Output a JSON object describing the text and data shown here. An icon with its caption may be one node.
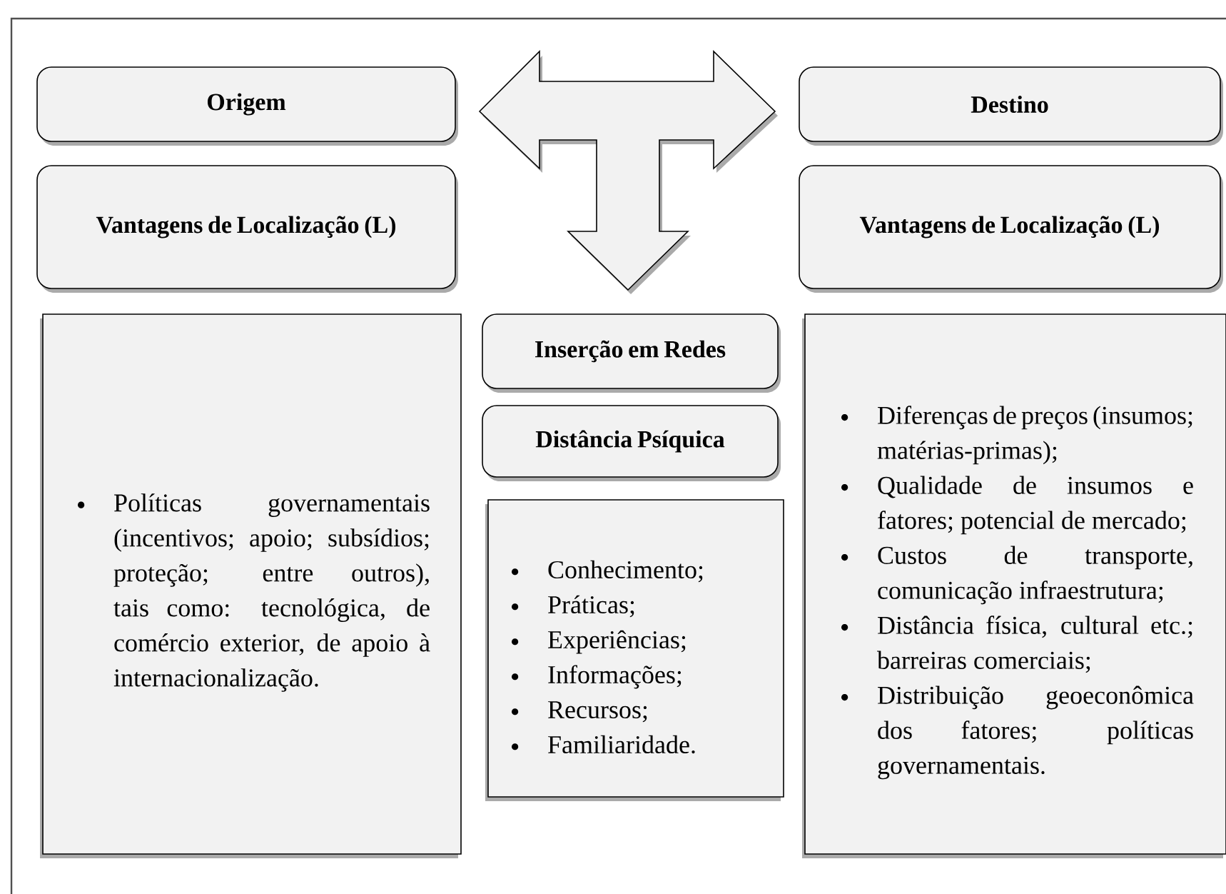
{
  "diagram": {
    "nodes": [
      {
        "text": [
          "Origem"
        ]
      },
      {
        "text": [],
        "shape": "arrow"
      },
      {
        "text": [
          "Destino"
        ]
      },
      {
        "text": [
          "Vantagens de Localização (L)"
        ]
      },
      {
        "text": [
          "Vantagens de Localização (L)"
        ]
      },
      {
        "text": [
          "Políticas governamentais (incentivos; apoio; subsídios; proteção; entre outros), tais como: tecnológica, de comércio exterior, de apoio à internacionalização."
        ]
      },
      {
        "text": [
          "Inserção em Redes"
        ]
      },
      {
        "text": [
          "Distância Psíquica"
        ]
      },
      {
        "text": [
          "Conhecimento;",
          "Práticas;",
          "Experiências;",
          "Informações;",
          "Recursos;",
          "Familiaridade."
        ]
      },
      {
        "text": [
          "Diferenças de preços (insumos; matérias-primas);",
          "Qualidade de insumos e fatores; potencial de mercado;",
          "Custos de transporte, comunicação infraestrutura;",
          "Distância física, cultural etc.; barreiras comerciais;",
          "Distribuição geoeconômica dos fatores; políticas governamentais."
        ]
      }
    ]
  }
}
